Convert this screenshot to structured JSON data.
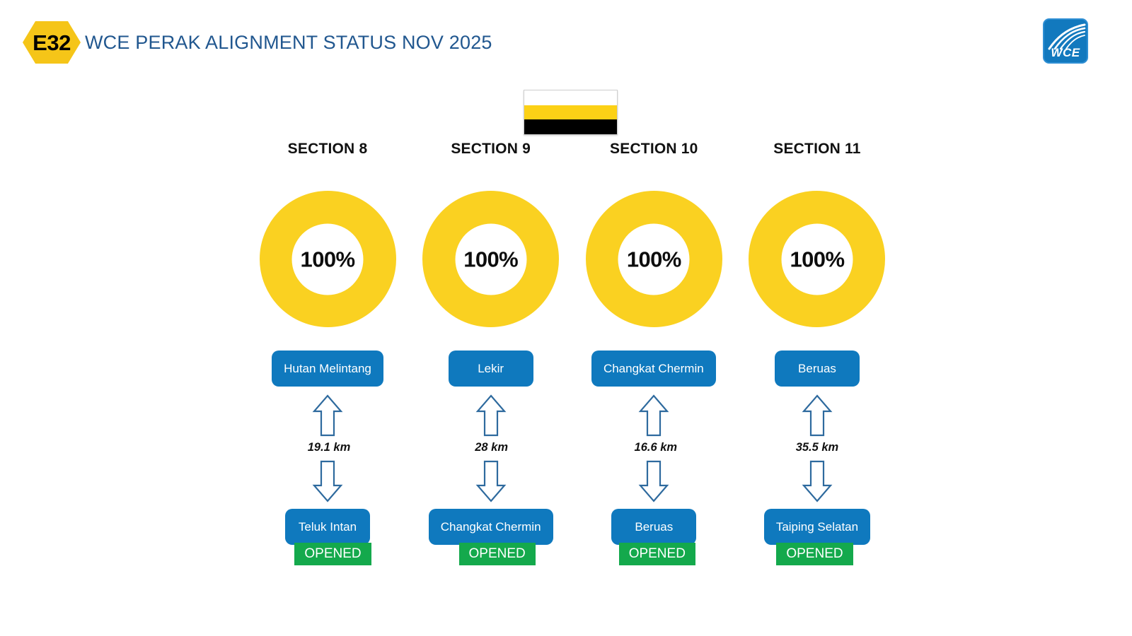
{
  "header": {
    "route_badge": "E32",
    "title": "WCE PERAK ALIGNMENT STATUS NOV 2025",
    "title_color": "#21578F",
    "badge_color": "#F5C518"
  },
  "logo": {
    "text": "WCE",
    "background": "#1279BE"
  },
  "flag": {
    "name": "perak-state-flag",
    "bands": [
      "#FFFFFF",
      "#FCD116",
      "#000000"
    ]
  },
  "colors": {
    "donut": "#FAD121",
    "node": "#0F79BE",
    "status_open": "#14A94C",
    "arrow_stroke": "#2E6A9E"
  },
  "sections": [
    {
      "title": "SECTION 8",
      "percent": "100%",
      "from": "Hutan Melintang",
      "distance": "19.1 km",
      "to": "Teluk Intan",
      "status": "OPENED"
    },
    {
      "title": "SECTION 9",
      "percent": "100%",
      "from": "Lekir",
      "distance": "28 km",
      "to": "Changkat Chermin",
      "status": "OPENED"
    },
    {
      "title": "SECTION 10",
      "percent": "100%",
      "from": "Changkat Chermin",
      "distance": "16.6 km",
      "to": "Beruas",
      "status": "OPENED"
    },
    {
      "title": "SECTION 11",
      "percent": "100%",
      "from": "Beruas",
      "distance": "35.5 km",
      "to": "Taiping Selatan",
      "status": "OPENED"
    }
  ],
  "chart_data": {
    "type": "pie",
    "title": "WCE PERAK ALIGNMENT STATUS NOV 2025",
    "series": [
      {
        "name": "SECTION 8",
        "value": 100,
        "unit": "%"
      },
      {
        "name": "SECTION 9",
        "value": 100,
        "unit": "%"
      },
      {
        "name": "SECTION 10",
        "value": 100,
        "unit": "%"
      },
      {
        "name": "SECTION 11",
        "value": 100,
        "unit": "%"
      }
    ],
    "ylim": [
      0,
      100
    ],
    "legend": "none",
    "grid": false
  }
}
